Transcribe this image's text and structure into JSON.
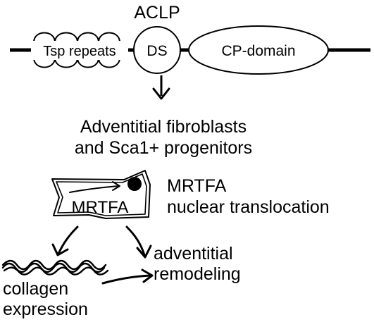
{
  "diagram": {
    "protein_name": "ACLP",
    "domains": {
      "tsp_repeats": "Tsp repeats",
      "ds": "DS",
      "cp_domain": "CP-domain"
    },
    "target_cells": {
      "line1": "Adventitial fibroblasts",
      "line2": "and Sca1+ progenitors"
    },
    "cell_label": "MRTFA",
    "event": {
      "line1": "MRTFA",
      "line2": "nuclear translocation"
    },
    "outcomes": {
      "collagen": {
        "line1": "collagen",
        "line2": "expression"
      },
      "remodeling": {
        "line1": "adventitial",
        "line2": "remodeling"
      }
    },
    "colors": {
      "ink": "#000000",
      "background": "#ffffff"
    }
  }
}
